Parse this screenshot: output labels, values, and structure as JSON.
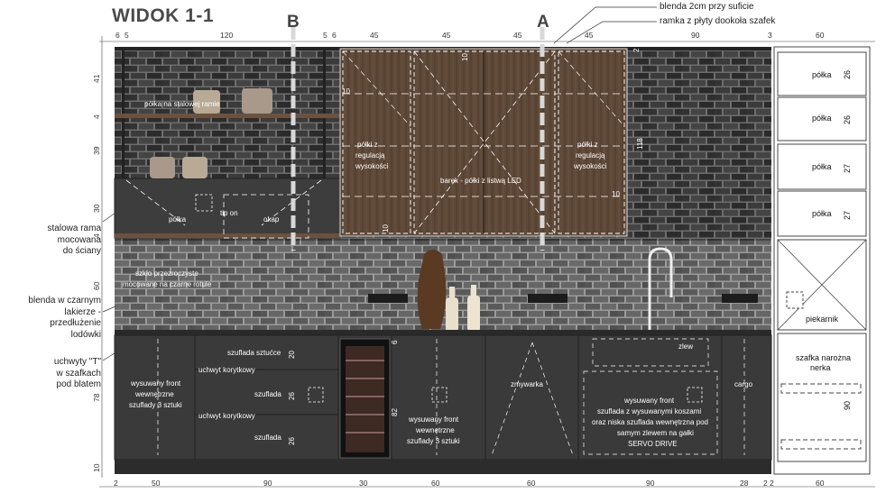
{
  "title": "WIDOK 1-1",
  "section_markers": {
    "a": "A",
    "b": "B"
  },
  "callouts": {
    "blenda_sufit": "blenda 2cm przy suficie",
    "ramka": "ramka z płyty dookoła szafek"
  },
  "left_notes": {
    "stalowa_rama": [
      "stalowa rama",
      "mocowana",
      "do ściany"
    ],
    "blenda_lodowka": [
      "blenda w czarnym",
      "lakierze -",
      "przedłużenie",
      "lodówki"
    ],
    "uchwyty": [
      "uchwyty \"T\"",
      "w szafkach",
      "pod blatem"
    ]
  },
  "top_dims": [
    "6",
    "5",
    "120",
    "5",
    "6",
    "45",
    "45",
    "45",
    "45",
    "90",
    "3",
    "60"
  ],
  "bottom_dims": [
    "2",
    "50",
    "90",
    "30",
    "60",
    "60",
    "90",
    "28",
    "2",
    "2",
    "60"
  ],
  "left_dims": [
    "41",
    "4",
    "39",
    "30",
    "4",
    "60",
    "78",
    "10"
  ],
  "labels": {
    "polka_rama": "półka na stalowej ramie",
    "polka_low": "półka",
    "tip_on": "tip on",
    "okap": "okap",
    "polki_reg_l": [
      "półki z",
      "regulacją",
      "wysokości"
    ],
    "polki_reg_r": [
      "półki z",
      "regulacją",
      "wysokości"
    ],
    "barek": "barek - półki z listwą LED",
    "szklo": [
      "szkło przezroczyste",
      "mocowane na czarne rotule"
    ],
    "wys_front_3_l": [
      "wysuwany front",
      "wewnętrzne",
      "szuflady 3 sztuki"
    ],
    "szuflada_sztucce": "szuflada sztućce",
    "uchwyt_korytkowy_1": "uchwyt korytkowy",
    "szuflada_1": "szuflada",
    "uchwyt_korytkowy_2": "uchwyt korytkowy",
    "szuflada_2": "szuflada",
    "wys_front_3_r": [
      "wysuwany front",
      "wewnętrzne",
      "szuflady 3 sztuki"
    ],
    "zmywarka": "zmywarka",
    "zlew": "zlew",
    "servo": [
      "wysuwany front",
      "szuflada z wysuwanymi koszami",
      "oraz niska szuflada wewnętrzna pod",
      "samym zlewem na gałki",
      "SERVO DRIVE"
    ],
    "cargo": "cargo",
    "piekarnik": "piekarnik",
    "szafka_naroz": [
      "szafka narożna",
      "nerka"
    ],
    "polka_c1": "półka",
    "polka_c2": "półka",
    "polka_c3": "półka",
    "polka_c4": "półka"
  },
  "inner_dims": {
    "d10a": "10",
    "d10b": "10",
    "d10c": "10",
    "d10d": "10",
    "d118": "118",
    "d2": "2",
    "c26a": "26",
    "c26b": "26",
    "c27a": "27",
    "c27b": "27",
    "c90": "90",
    "s20": "20",
    "s26a": "26",
    "s26b": "26",
    "s6": "6",
    "s82": "82"
  },
  "colors": {
    "brick_dark": "#2e2e2e",
    "mortar": "#8a8a8a",
    "wood": "#5c4636",
    "cabinet": "#3a3a3a",
    "shelf_wood": "#6b5240",
    "white_col": "#ffffff"
  }
}
